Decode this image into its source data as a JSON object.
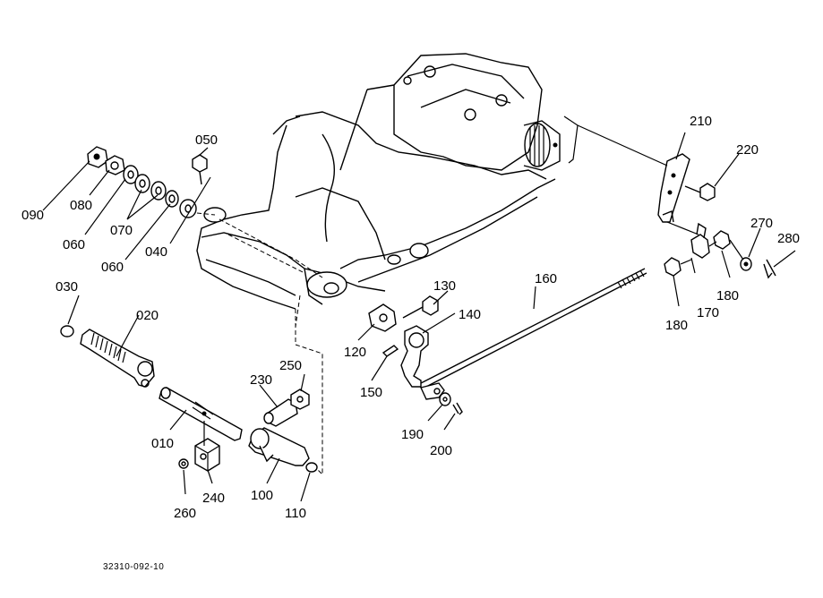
{
  "callouts": [
    {
      "id": "010",
      "text": "010"
    },
    {
      "id": "020",
      "text": "020"
    },
    {
      "id": "030",
      "text": "030"
    },
    {
      "id": "040",
      "text": "040"
    },
    {
      "id": "050",
      "text": "050"
    },
    {
      "id": "060a",
      "text": "060"
    },
    {
      "id": "060b",
      "text": "060"
    },
    {
      "id": "070",
      "text": "070"
    },
    {
      "id": "080",
      "text": "080"
    },
    {
      "id": "090",
      "text": "090"
    },
    {
      "id": "100",
      "text": "100"
    },
    {
      "id": "110",
      "text": "110"
    },
    {
      "id": "120",
      "text": "120"
    },
    {
      "id": "130",
      "text": "130"
    },
    {
      "id": "140",
      "text": "140"
    },
    {
      "id": "150",
      "text": "150"
    },
    {
      "id": "160",
      "text": "160"
    },
    {
      "id": "170",
      "text": "170"
    },
    {
      "id": "180a",
      "text": "180"
    },
    {
      "id": "180b",
      "text": "180"
    },
    {
      "id": "190",
      "text": "190"
    },
    {
      "id": "200",
      "text": "200"
    },
    {
      "id": "210",
      "text": "210"
    },
    {
      "id": "220",
      "text": "220"
    },
    {
      "id": "230",
      "text": "230"
    },
    {
      "id": "240",
      "text": "240"
    },
    {
      "id": "250",
      "text": "250"
    },
    {
      "id": "260",
      "text": "260"
    },
    {
      "id": "270",
      "text": "270"
    },
    {
      "id": "280",
      "text": "280"
    }
  ],
  "drawing_code": "32310-092-10"
}
